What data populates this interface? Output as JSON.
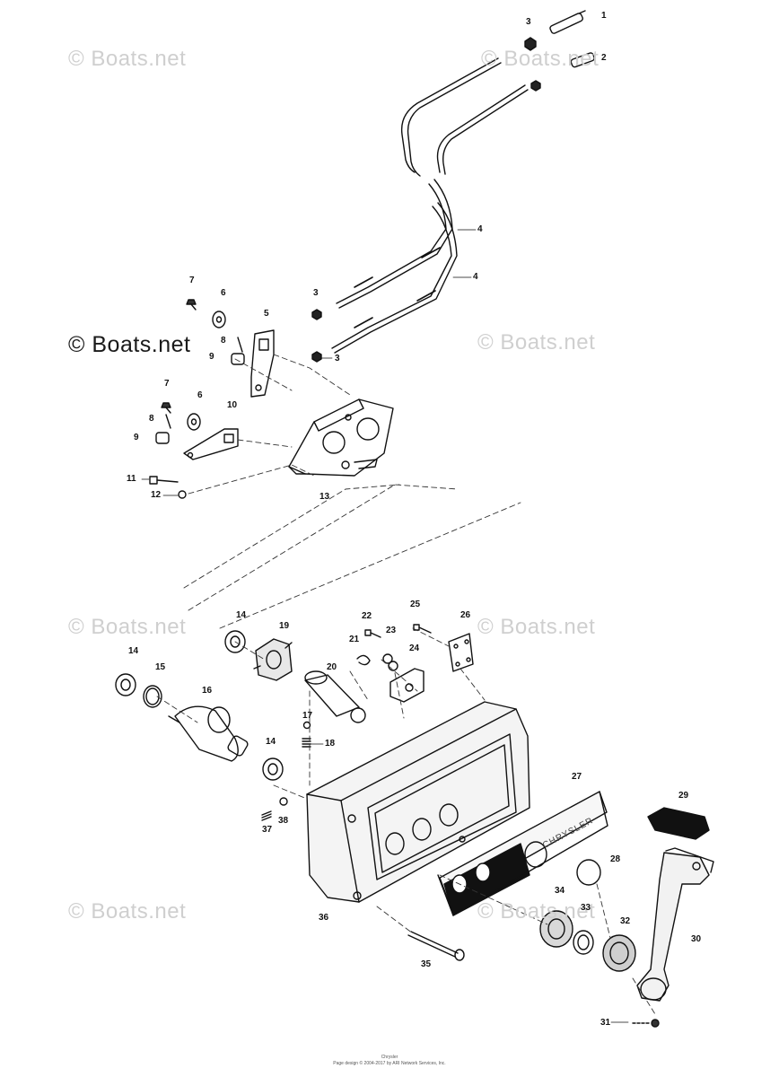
{
  "watermark": "© Boats.net",
  "parts": [
    "1",
    "2",
    "3",
    "4",
    "5",
    "6",
    "7",
    "8",
    "9",
    "10",
    "11",
    "12",
    "13",
    "14",
    "15",
    "16",
    "17",
    "18",
    "19",
    "20",
    "21",
    "22",
    "23",
    "24",
    "25",
    "26",
    "27",
    "28",
    "29",
    "30",
    "31",
    "32",
    "33",
    "34",
    "35",
    "36",
    "37",
    "38"
  ],
  "footer": {
    "line1": "Chrysler",
    "line2": "Page design © 2004-2017 by ARI Network Services, Inc."
  },
  "colors": {
    "ink": "#111111",
    "watermark": "#cfcfcf",
    "background": "#ffffff"
  }
}
